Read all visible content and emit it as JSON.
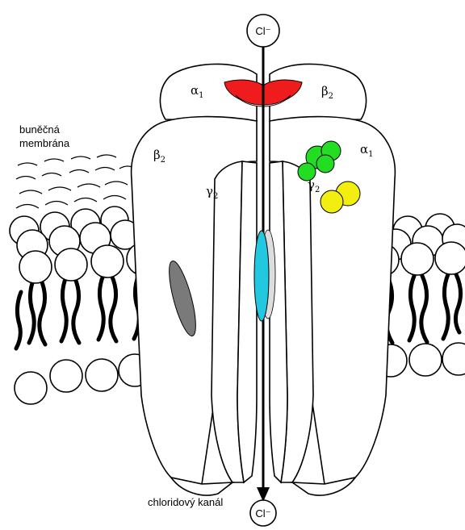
{
  "labels": {
    "membrane_line1": "buněčná",
    "membrane_line2": "membrána",
    "channel": "chloridový kanál",
    "ion_top": "Cl⁻",
    "ion_bottom": "Cl⁻"
  },
  "subunits": {
    "top_left": {
      "letter": "α",
      "index": "1"
    },
    "top_right": {
      "letter": "β",
      "index": "2"
    },
    "mid_left": {
      "letter": "β",
      "index": "2"
    },
    "mid_right": {
      "letter": "α",
      "index": "1"
    },
    "inner_left": {
      "letter": "γ",
      "index": "2"
    },
    "inner_right": {
      "letter": "γ",
      "index": "2"
    }
  },
  "colors": {
    "gaba_site": "#ee1c1c",
    "benzodiazepine_site": "#22dd22",
    "zinc_site": "#f2ee10",
    "pore_site": "#22c8e0",
    "membrane_site": "#7a7a7a",
    "outline": "#000000"
  }
}
